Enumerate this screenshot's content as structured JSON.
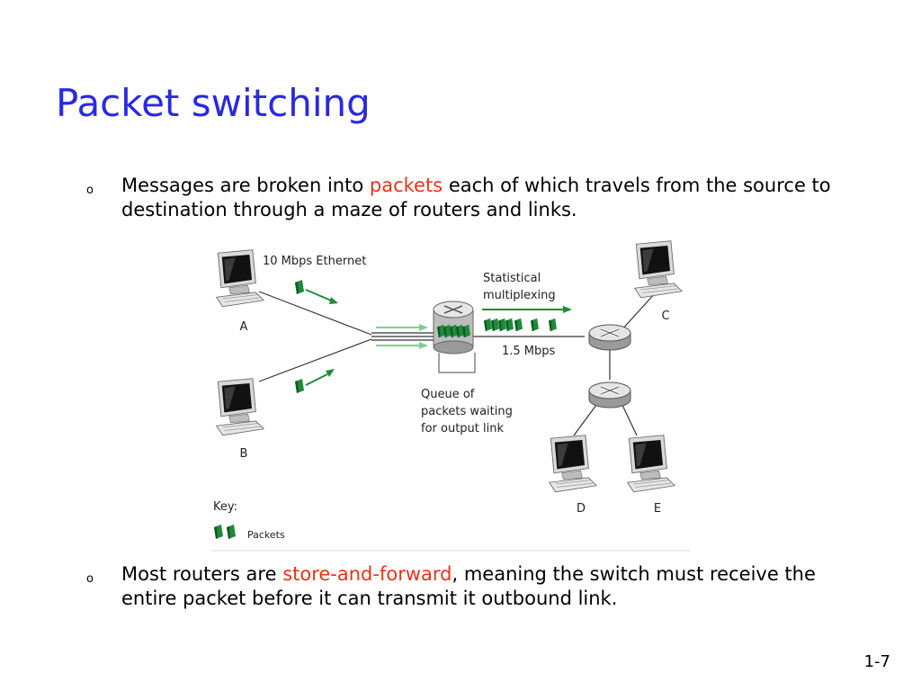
{
  "slide": {
    "title": "Packet switching",
    "bullet_marker": "o",
    "bullet1": {
      "before": "Messages are broken into ",
      "highlight": "packets",
      "after": " each of which travels from the source to destination through a maze of routers and links."
    },
    "bullet2": {
      "before": "Most routers are ",
      "highlight": "store-and-forward",
      "after": ", meaning the switch must receive the entire packet before it can transmit it outbound link."
    },
    "page_number": "1-7"
  },
  "diagram": {
    "link_ethernet": "10 Mbps Ethernet",
    "stat_mux_line1": "Statistical",
    "stat_mux_line2": "multiplexing",
    "link_rate": "1.5 Mbps",
    "queue_line1": "Queue of",
    "queue_line2": "packets waiting",
    "queue_line3": "for output link",
    "host_a": "A",
    "host_b": "B",
    "host_c": "C",
    "host_d": "D",
    "host_e": "E",
    "key_title": "Key:",
    "key_packets": "Packets"
  },
  "colors": {
    "title": "#2a2ae0",
    "highlight": "#e8331a",
    "packet": "#1f8a3a",
    "packet_light": "#7fd08e"
  }
}
